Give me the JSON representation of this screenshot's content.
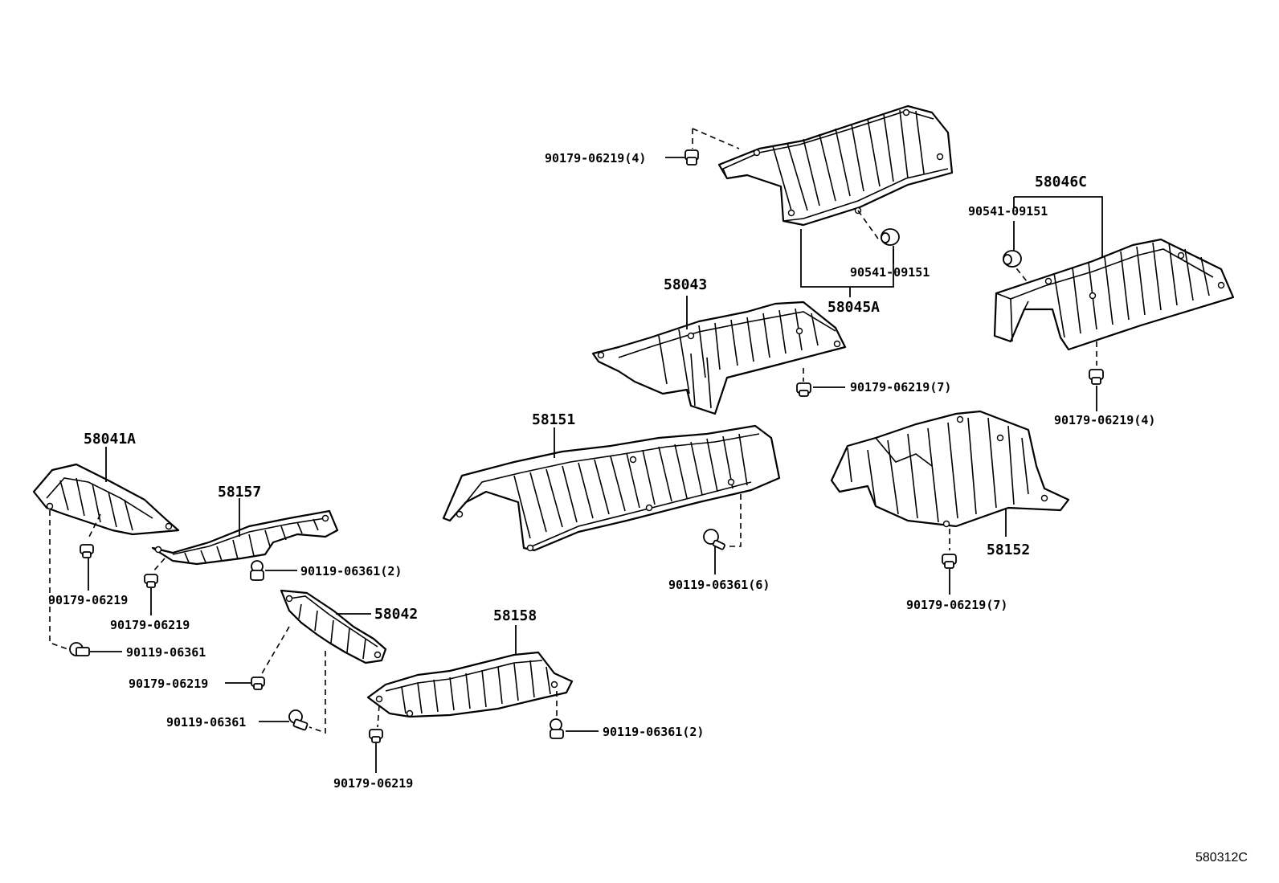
{
  "parts": {
    "p58045A": "58045A",
    "p58046C": "58046C",
    "p58043": "58043",
    "p58151": "58151",
    "p58152": "58152",
    "p58041A": "58041A",
    "p58157": "58157",
    "p58042": "58042",
    "p58158": "58158"
  },
  "fasteners": {
    "nut_top_4": "90179-06219(4)",
    "grommet_top": "90541-09151",
    "grommet_right": "90541-09151",
    "nut_58043_7": "90179-06219(7)",
    "nut_right_4": "90179-06219(4)",
    "bolt_58151_6": "90119-06361(6)",
    "nut_58152_7": "90179-06219(7)",
    "bolt_58157_2": "90119-06361(2)",
    "nut_left_a": "90179-06219",
    "nut_left_b": "90179-06219",
    "bolt_left": "90119-06361",
    "nut_58042": "90179-06219",
    "bolt_58042": "90119-06361",
    "nut_58158": "90179-06219",
    "bolt_58158_2": "90119-06361(2)"
  },
  "figure_ref": "580312C"
}
